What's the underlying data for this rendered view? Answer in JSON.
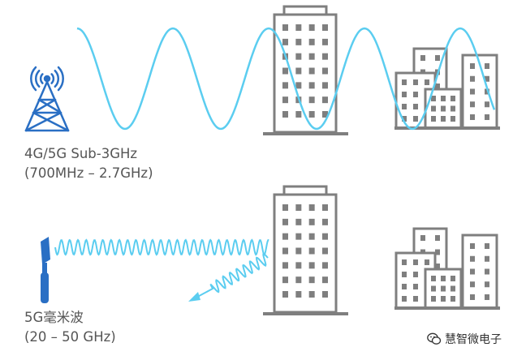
{
  "labels": {
    "top_line1": "4G/5G Sub-3GHz",
    "top_line2": "(700MHz – 2.7GHz)",
    "bottom_line1": "5G毫米波",
    "bottom_line2": "(20 – 50 GHz)"
  },
  "watermark": {
    "text": "慧智微电子",
    "icon": "wechat-icon"
  },
  "colors": {
    "wave": "#5bcdf0",
    "tower": "#2a6fc4",
    "building_fill": "#ffffff",
    "building_stroke": "#7f7f7f",
    "window": "#7f7f7f",
    "text": "#555555"
  },
  "icons": [
    "cell-tower-icon",
    "mmwave-antenna-icon",
    "building-icon"
  ]
}
